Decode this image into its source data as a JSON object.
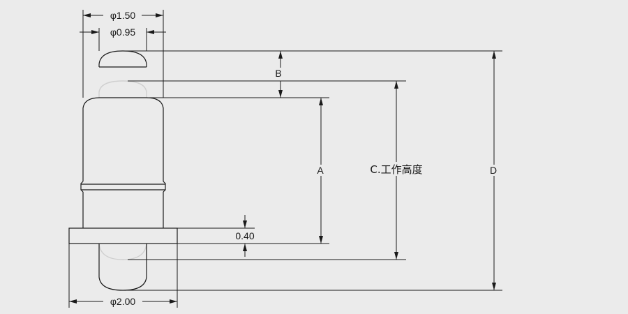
{
  "dimensions": {
    "dia_top": "φ1.50",
    "dia_tip": "φ0.95",
    "dia_base": "φ2.00",
    "flange_thickness": "0.40",
    "label_a": "A",
    "label_b": "B",
    "label_c": "C.工作高度",
    "label_d": "D"
  },
  "colors": {
    "background": "#ebebeb",
    "line": "#1a1a1a",
    "hidden": "#cfcfcf"
  }
}
